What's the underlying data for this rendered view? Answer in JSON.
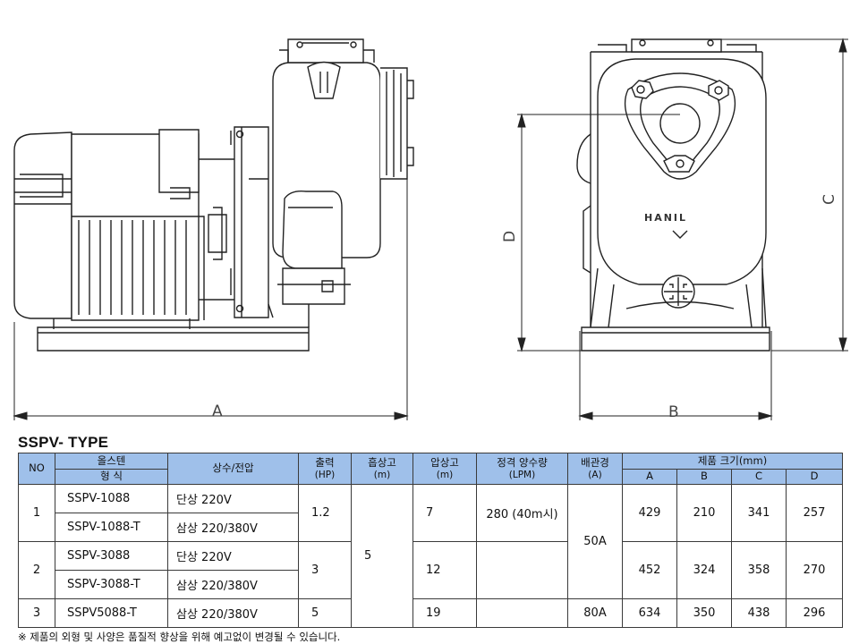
{
  "drawing": {
    "dim_a": "A",
    "dim_b": "B",
    "dim_c": "C",
    "dim_d": "D",
    "brand_mark": "HANIL"
  },
  "heading": "SSPV- TYPE",
  "table": {
    "h_no": "NO",
    "h_all_stainless": "올스텐",
    "h_model": "형 식",
    "h_phase_voltage": "상수/전압",
    "h_output": "출력",
    "h_output_unit": "(HP)",
    "h_suction_head": "흡상고",
    "h_suction_unit": "(m)",
    "h_discharge_head": "압상고",
    "h_discharge_unit": "(m)",
    "h_flow": "정격 양수량",
    "h_flow_unit": "(LPM)",
    "h_pipe": "배관경",
    "h_pipe_unit": "(A)",
    "h_size": "제품 크기(mm)",
    "h_a": "A",
    "h_b": "B",
    "h_c": "C",
    "h_d": "D",
    "rows": [
      {
        "no": "1",
        "m1": "SSPV-1088",
        "v1": "단상 220V",
        "m2": "SSPV-1088-T",
        "v2": "삼상 220/380V",
        "hp": "1.2",
        "head": "7",
        "flow": "280 (40m시)",
        "a": "429",
        "b": "210",
        "c": "341",
        "d": "257"
      },
      {
        "no": "2",
        "m1": "SSPV-3088",
        "v1": "단상 220V",
        "m2": "SSPV-3088-T",
        "v2": "삼상 220/380V",
        "hp": "3",
        "head": "12",
        "a": "452",
        "b": "324",
        "c": "358",
        "d": "270"
      },
      {
        "no": "3",
        "m1": "SSPV5088-T",
        "v1": "삼상 220/380V",
        "hp": "5",
        "head": "19",
        "pipe": "80A",
        "a": "634",
        "b": "350",
        "c": "438",
        "d": "296"
      }
    ],
    "suction_value": "5",
    "pipe_shared": "50A"
  },
  "footnote": "※ 제품의 외형 및 사양은 품질적 향상을 위해 예고없이 변경될 수 있습니다."
}
